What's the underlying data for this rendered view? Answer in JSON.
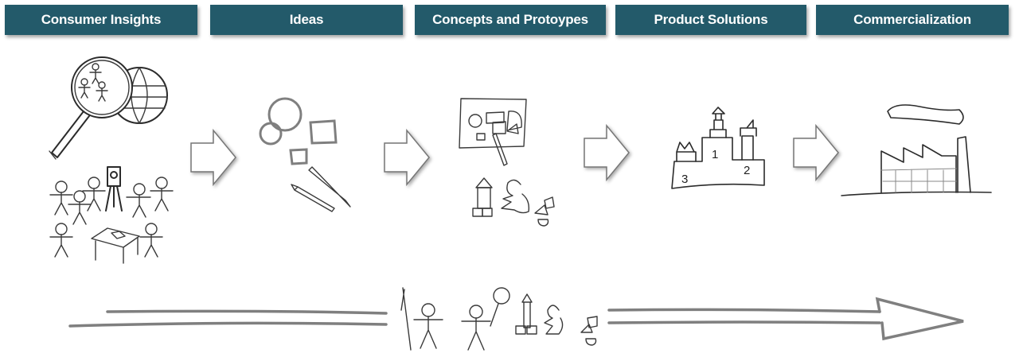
{
  "stages": [
    {
      "label": "Consumer Insights"
    },
    {
      "label": "Ideas"
    },
    {
      "label": "Concepts and Protoypes"
    },
    {
      "label": "Product Solutions"
    },
    {
      "label": "Commercialization"
    }
  ],
  "flow_arrows": [
    "arrow-right-icon",
    "arrow-right-icon",
    "arrow-right-icon",
    "arrow-right-icon"
  ],
  "icons": {
    "consumer_insights": [
      "magnifier-globe-icon",
      "people-group-icon"
    ],
    "ideas": [
      "shapes-sketch-icon",
      "pens-icon"
    ],
    "concepts": [
      "drawing-board-icon",
      "child-blocks-icon"
    ],
    "product_solutions": [
      "podium-icon"
    ],
    "commercialization": [
      "factory-icon"
    ]
  },
  "podium_places": {
    "first": "1",
    "second": "2",
    "third": "3"
  },
  "bottom_flow": {
    "icon": "long-arrow-right-icon",
    "center_icon": "team-with-tools-icon"
  }
}
